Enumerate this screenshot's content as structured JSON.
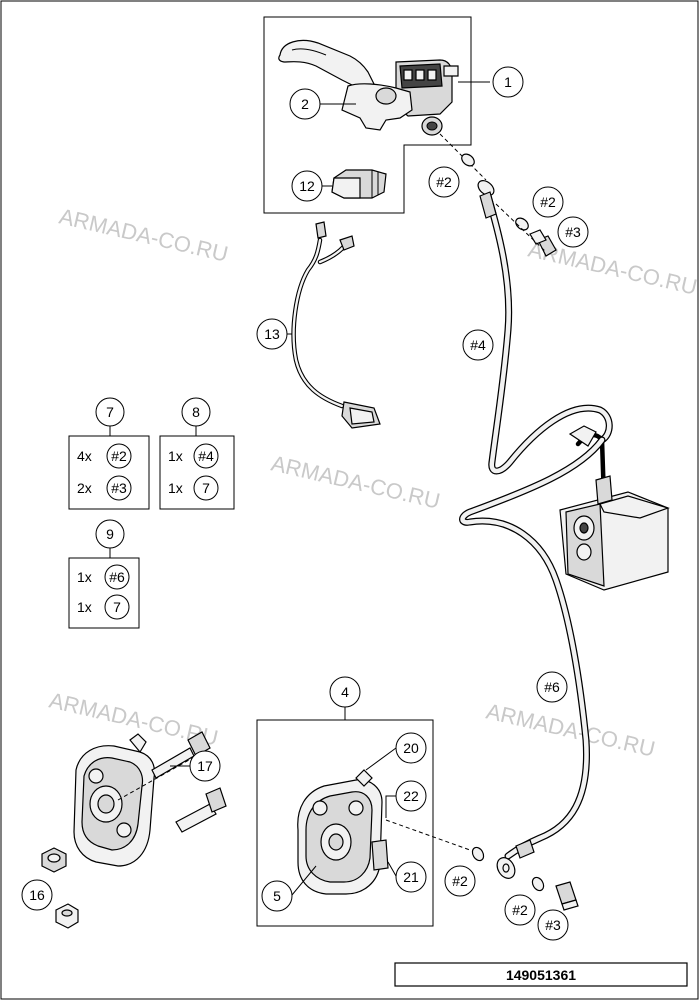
{
  "watermark": "ARMADA-CO.RU",
  "drawing_number": "149051361",
  "callouts": {
    "c1": "1",
    "c2": "2",
    "c4": "4",
    "c5": "5",
    "c7": "7",
    "c8": "8",
    "c9": "9",
    "c12": "12",
    "c13": "13",
    "c16": "16",
    "c17": "17",
    "c20": "20",
    "c21": "21",
    "c22": "22",
    "r2a": "#2",
    "r2b": "#2",
    "r3a": "#3",
    "r4": "#4",
    "r6": "#6",
    "r2c": "#2",
    "r2d": "#2",
    "r3b": "#3"
  },
  "kits": {
    "kit7": {
      "rows": [
        {
          "qty": "4x",
          "ref": "#2"
        },
        {
          "qty": "2x",
          "ref": "#3"
        }
      ]
    },
    "kit8": {
      "rows": [
        {
          "qty": "1x",
          "ref": "#4"
        },
        {
          "qty": "1x",
          "ref": "7"
        }
      ]
    },
    "kit9": {
      "rows": [
        {
          "qty": "1x",
          "ref": "#6"
        },
        {
          "qty": "1x",
          "ref": "7"
        }
      ]
    }
  }
}
